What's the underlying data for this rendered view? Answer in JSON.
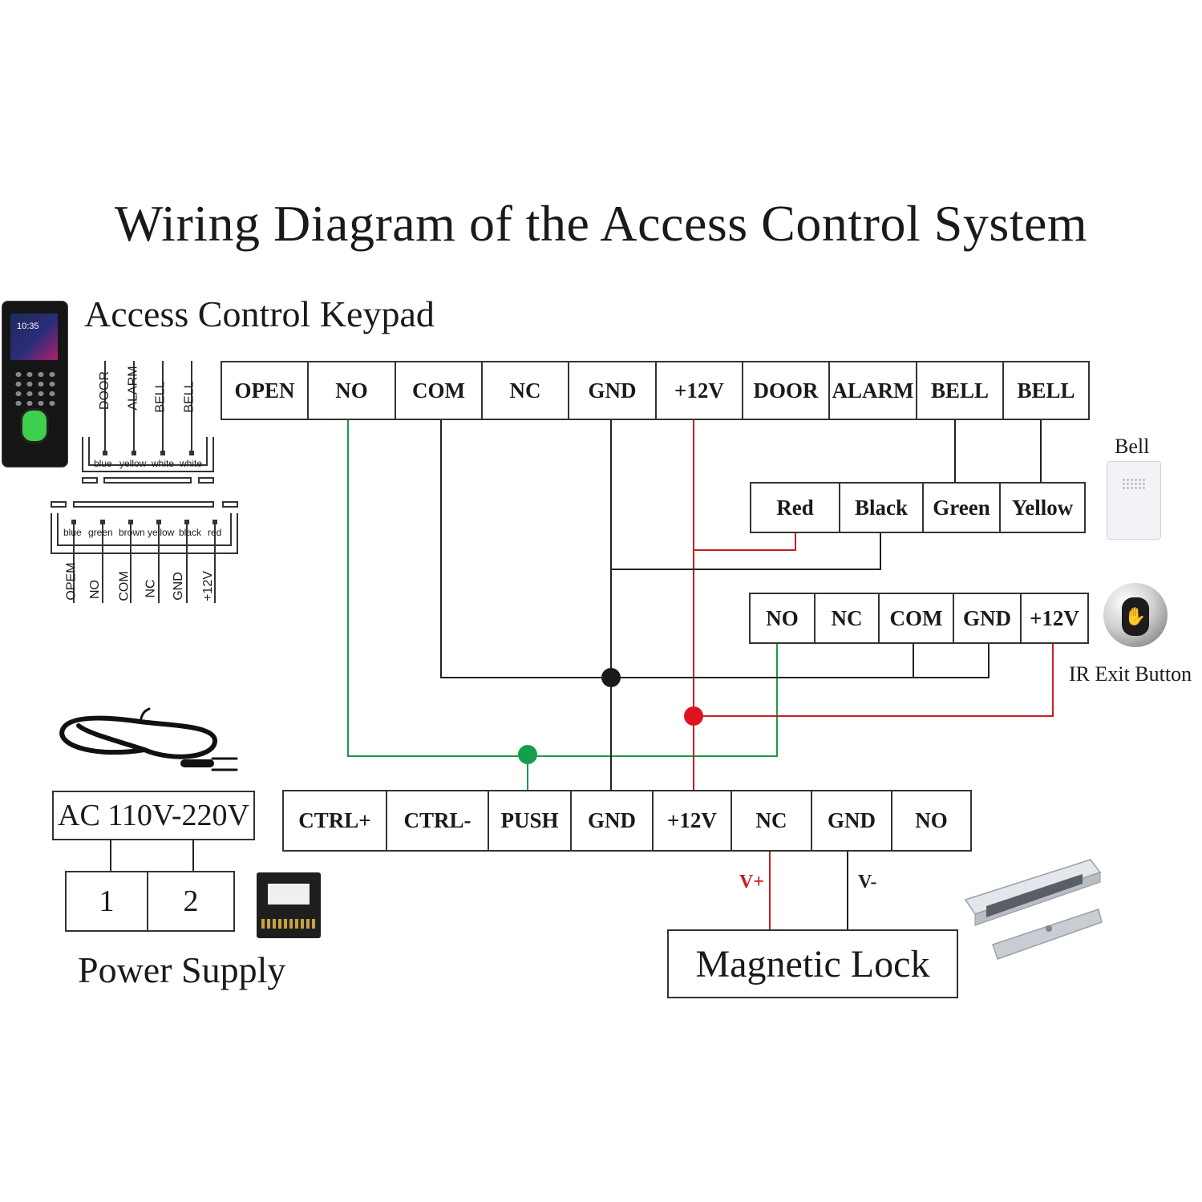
{
  "title": "Wiring Diagram of the Access Control System",
  "keypad": {
    "label": "Access Control Keypad",
    "screen_time": "10:35",
    "top_pins": [
      "DOOR",
      "ALARM",
      "BELL",
      "BELL"
    ],
    "top_wire_colors": [
      "blue",
      "yellow",
      "white",
      "white"
    ],
    "bottom_wire_colors": [
      "blue",
      "green",
      "brown",
      "yellow",
      "black",
      "red"
    ],
    "bottom_pins": [
      "OPEM",
      "NO",
      "COM",
      "NC",
      "GND",
      "+12V"
    ]
  },
  "controller_terminals": [
    "OPEN",
    "NO",
    "COM",
    "NC",
    "GND",
    "+12V",
    "DOOR",
    "ALARM",
    "BELL",
    "BELL"
  ],
  "bell": {
    "label": "Bell",
    "wires": [
      "Red",
      "Black",
      "Green",
      "Yellow"
    ]
  },
  "exit_button": {
    "label": "IR Exit Button",
    "terminals": [
      "NO",
      "NC",
      "COM",
      "GND",
      "+12V"
    ]
  },
  "power": {
    "label": "Power Supply",
    "input": "AC 110V-220V",
    "terminals": [
      "1",
      "2"
    ],
    "outputs": [
      "CTRL+",
      "CTRL-",
      "PUSH",
      "GND",
      "+12V",
      "NC",
      "GND",
      "NO"
    ]
  },
  "lock": {
    "label": "Magnetic Lock",
    "vplus": "V+",
    "vminus": "V-"
  },
  "colors": {
    "green_wire": "#1a9a4a",
    "red_wire": "#c81e1e",
    "black_wire": "#222222",
    "green_node": "#14a04a",
    "red_node": "#e0141e"
  }
}
